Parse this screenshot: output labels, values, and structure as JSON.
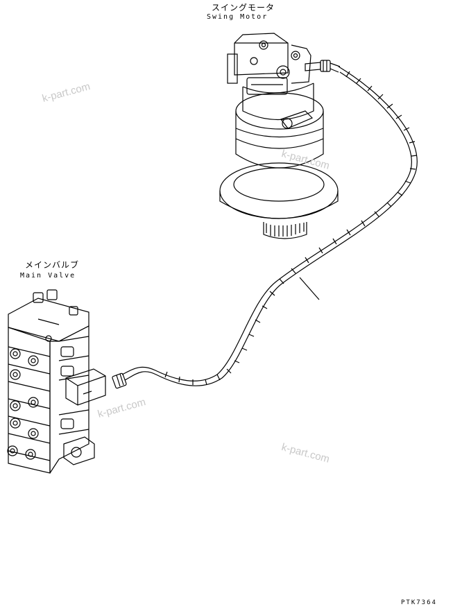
{
  "labels": {
    "swing_motor_jp": "スイングモータ",
    "swing_motor_en": "Swing Motor",
    "main_valve_jp": "メインバルブ",
    "main_valve_en": "Main Valve",
    "drawing_code": "PTK7364"
  },
  "watermark": "k-part.com",
  "colors": {
    "line": "#000000",
    "watermark": "#c8c8c8",
    "background": "#ffffff"
  }
}
